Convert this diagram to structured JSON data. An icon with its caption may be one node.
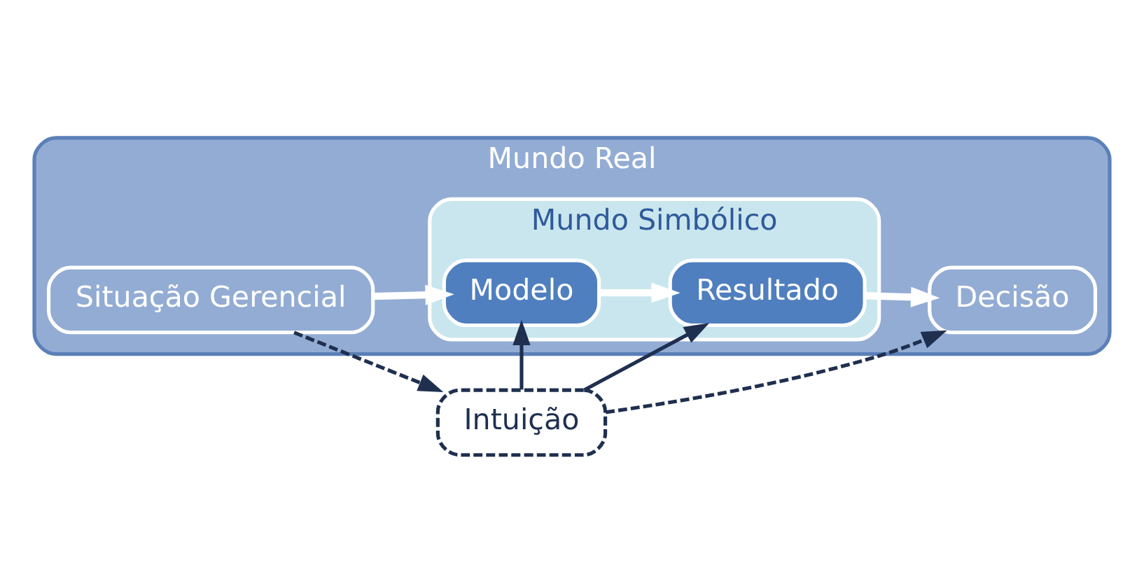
{
  "diagram": {
    "nodes": [
      {
        "text": [
          "Mundo Real"
        ]
      },
      {
        "text": [
          "Situação Gerencial"
        ],
        "in": 0
      },
      {
        "text": [
          "Mundo Simbólico"
        ],
        "in": 0
      },
      {
        "text": [
          "Modelo"
        ],
        "in": 2
      },
      {
        "text": [
          "Resultado"
        ],
        "in": 2
      },
      {
        "text": [
          "Decisão"
        ],
        "in": 0
      },
      {
        "text": [
          "Intuição"
        ]
      }
    ],
    "edges": [
      {
        "from": 1,
        "to": 3,
        "arrow": "to",
        "style": "thick",
        "color": "#ffffff"
      },
      {
        "from": 3,
        "to": 4,
        "arrow": "to",
        "style": "thick",
        "color": "#ffffff"
      },
      {
        "from": 4,
        "to": 5,
        "arrow": "to",
        "style": "thick",
        "color": "#ffffff"
      },
      {
        "from": 6,
        "to": 3,
        "arrow": "to"
      },
      {
        "from": 6,
        "to": 4,
        "arrow": "to"
      },
      {
        "from": 1,
        "to": 6,
        "arrow": "to",
        "style": "dashed"
      },
      {
        "from": 6,
        "to": 5,
        "arrow": "to",
        "style": "dashed"
      }
    ]
  }
}
